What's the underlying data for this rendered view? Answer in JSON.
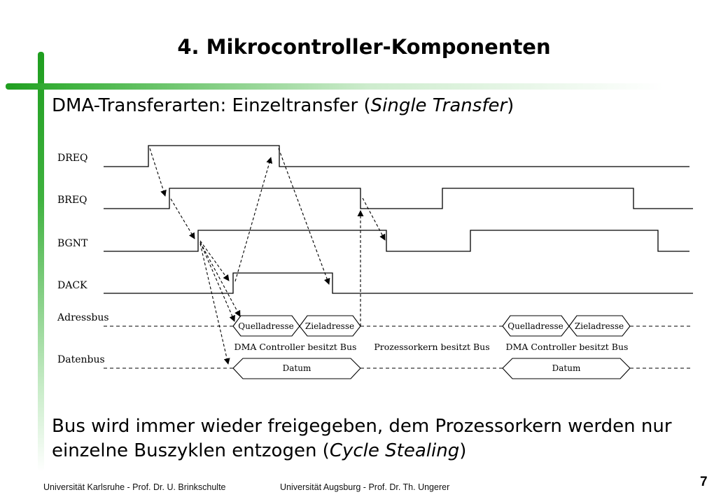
{
  "slide": {
    "title": "4. Mikrocontroller-Komponenten",
    "subtitle_prefix": "DMA-Transferarten: Einzeltransfer (",
    "subtitle_italic": "Single Transfer",
    "subtitle_suffix": ")",
    "conclusion_prefix": "Bus wird immer wieder freigegeben, dem Prozessorkern werden nur einzelne Buszyklen entzogen (",
    "conclusion_italic": "Cycle Stealing",
    "conclusion_suffix": ")",
    "page_number": "7"
  },
  "diagram": {
    "signals": [
      "DREQ",
      "BREQ",
      "BGNT",
      "DACK",
      "Adressbus",
      "Datenbus"
    ],
    "address_labels": [
      "Quelladresse",
      "Zieladresse",
      "Quelladresse",
      "Zieladresse"
    ],
    "data_labels": [
      "Datum",
      "Datum"
    ],
    "phase_labels": [
      "DMA Controller besitzt Bus",
      "Prozessorkern besitzt Bus",
      "DMA Controller besitzt Bus"
    ]
  },
  "footer": {
    "left": "Universität Karlsruhe  -  Prof. Dr. U. Brinkschulte",
    "right": "Universität Augsburg - Prof. Dr. Th. Ungerer"
  }
}
